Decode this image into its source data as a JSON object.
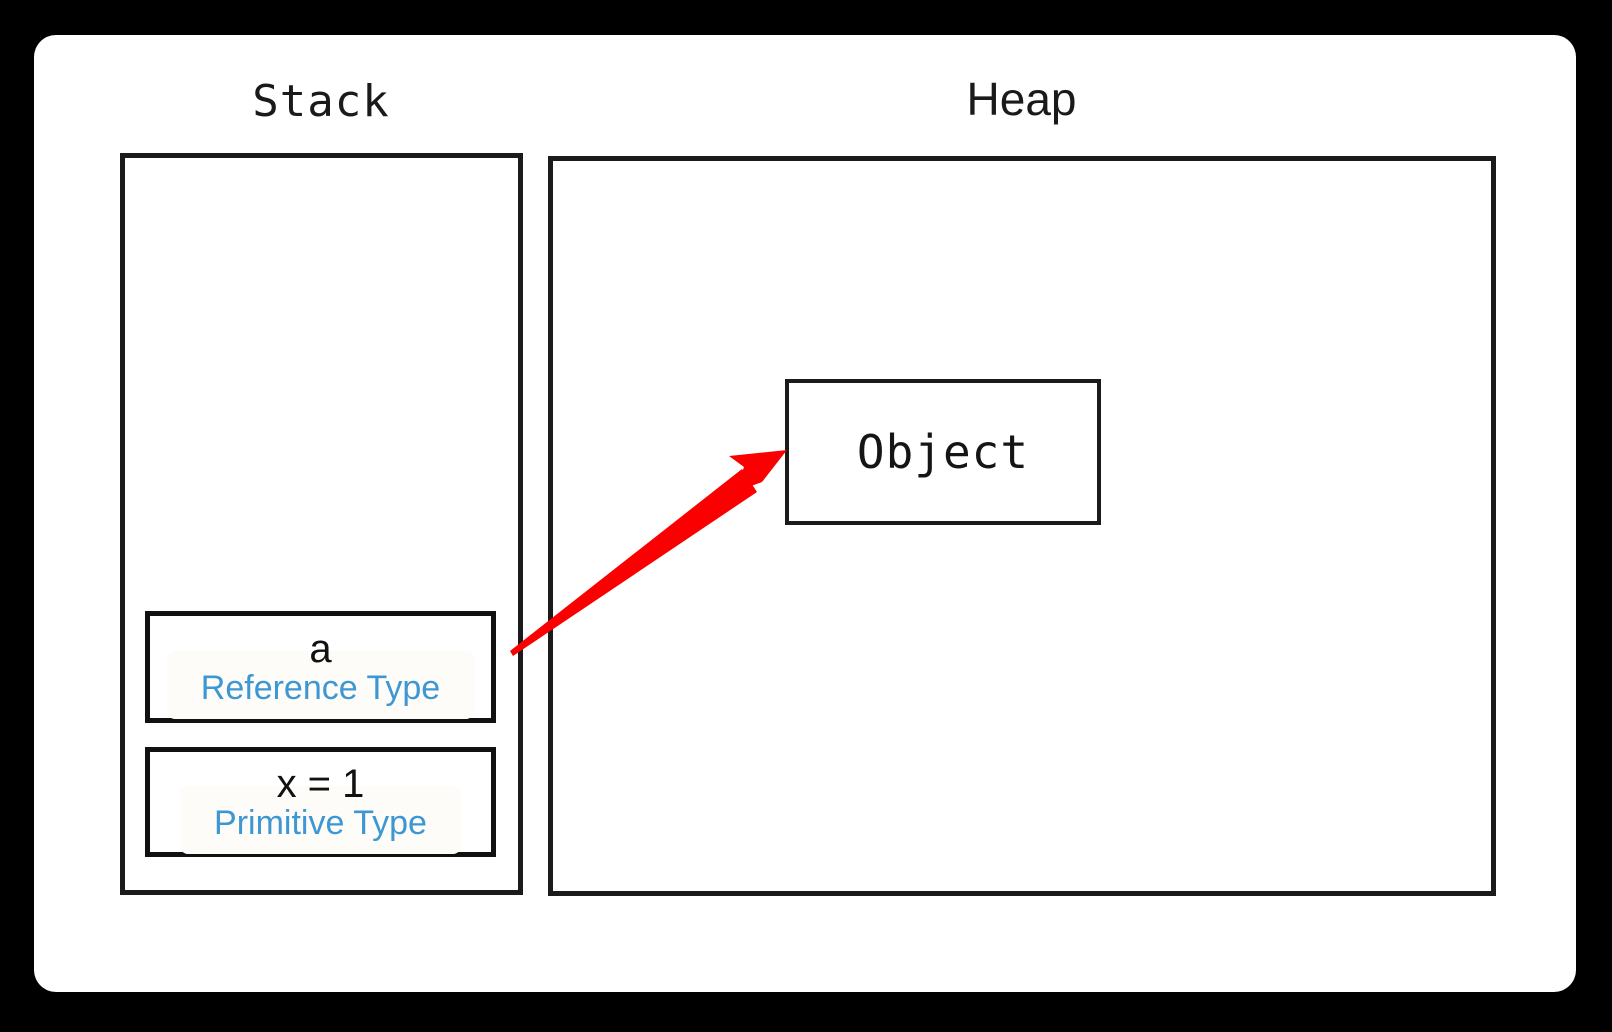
{
  "diagram": {
    "title_stack": "Stack",
    "title_heap": "Heap",
    "colors": {
      "page_background": "#000000",
      "card_background": "#ffffff",
      "frame_stroke": "#1b1b1b",
      "type_label": "#3d97d3",
      "arrow": "#fa0000",
      "value_text": "#111111"
    }
  },
  "stack": {
    "title": "Stack",
    "slots": [
      {
        "value": "a",
        "type_label": "Reference Type",
        "name": "reference"
      },
      {
        "value": "x = 1",
        "type_label": "Primitive Type",
        "name": "primitive"
      }
    ]
  },
  "heap": {
    "title": "Heap",
    "objects": [
      {
        "label": "Object",
        "name": "object"
      }
    ]
  },
  "arrow": {
    "name": "reference-to-object-arrow",
    "from": "a (Reference Type)",
    "to": "Object",
    "color": "#fa0000"
  }
}
